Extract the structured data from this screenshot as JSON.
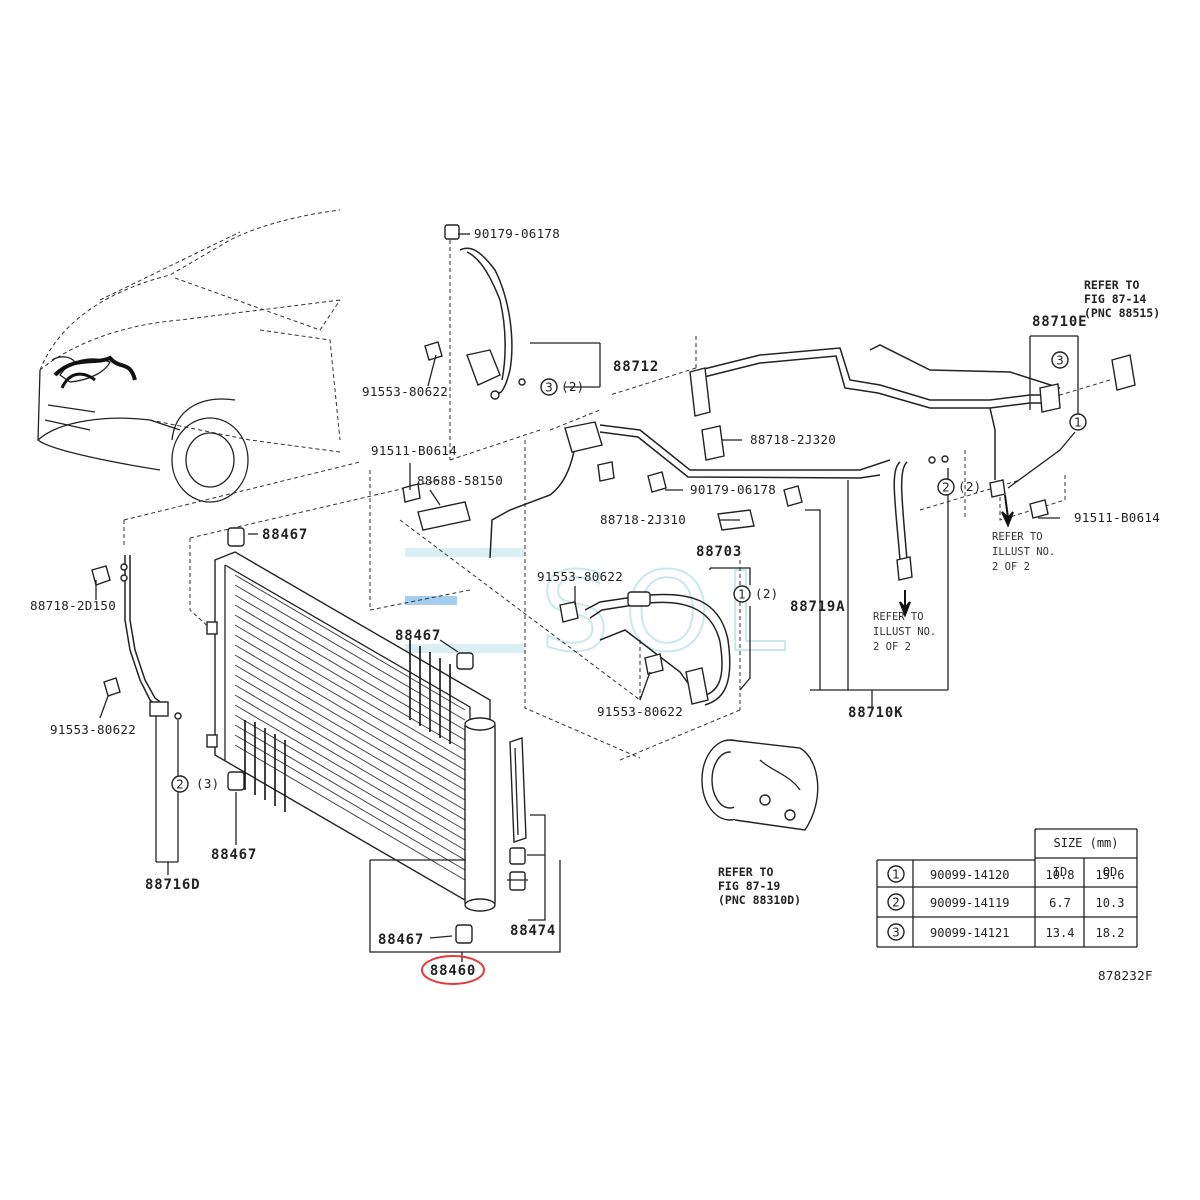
{
  "labels": {
    "p90179_top": "90179-06178",
    "p91553_a": "91553-80622",
    "p88712": "88712",
    "q3_2": "(2)",
    "p91511_a": "91511-B0614",
    "p88688": "88688-58150",
    "p88718_2J320": "88718-2J320",
    "p90179_mid": "90179-06178",
    "p88718_2J310": "88718-2J310",
    "p88467_top": "88467",
    "p88718_2D150": "88718-2D150",
    "p88703": "88703",
    "p91553_b": "91553-80622",
    "q1_2": "(2)",
    "p88719A": "88719A",
    "p88467_mid": "88467",
    "p91553_c": "91553-80622",
    "p91553_d": "91553-80622",
    "p88710K": "88710K",
    "q2_3": "(3)",
    "p88716D": "88716D",
    "p88467_left": "88467",
    "p88467_bot": "88467",
    "p88474": "88474",
    "p88460": "88460",
    "p88710E": "88710E",
    "q2_2": "(2)",
    "p91511_b": "91511-B0614",
    "diagram_id": "878232F"
  },
  "refs": {
    "fig8714_l1": "REFER TO",
    "fig8714_l2": "FIG 87-14",
    "fig8714_l3": "(PNC 88515)",
    "fig8719_l1": "REFER TO",
    "fig8719_l2": "FIG 87-19",
    "fig8719_l3": "(PNC 88310D)",
    "illust_r_l1": "REFER TO",
    "illust_r_l2": "ILLUST NO.",
    "illust_r_l3": "2 OF 2",
    "illust_m_l1": "REFER TO",
    "illust_m_l2": "ILLUST NO.",
    "illust_m_l3": "2 OF 2"
  },
  "callouts": {
    "one": "1",
    "two": "2",
    "three": "3"
  },
  "watermark": "SOL",
  "size_table": {
    "header": "SIZE (mm)",
    "col_id": "ID",
    "col_od": "OD",
    "rows": [
      {
        "mark": "1",
        "part": "90099-14120",
        "id": "10.8",
        "od": "15.6"
      },
      {
        "mark": "2",
        "part": "90099-14119",
        "id": "6.7",
        "od": "10.3"
      },
      {
        "mark": "3",
        "part": "90099-14121",
        "id": "13.4",
        "od": "18.2"
      }
    ]
  },
  "colors": {
    "highlight": "#e53935",
    "watermark": "#9fd6dc",
    "line": "#222222"
  }
}
